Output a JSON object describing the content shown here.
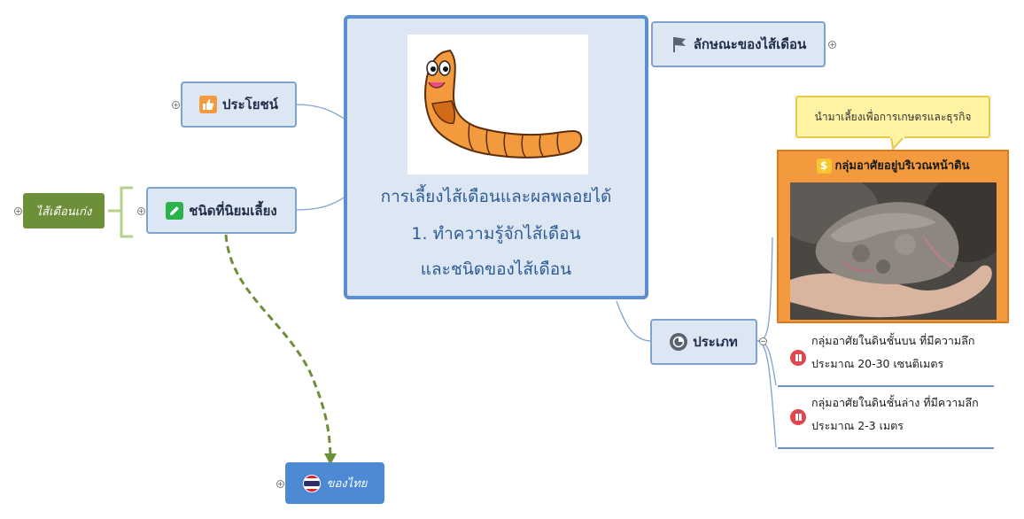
{
  "central": {
    "image": "earthworm-cartoon",
    "line1": "การเลี้ยงไส้เดือนและผลพลอยได้",
    "line2": "1. ทำความรู้จักไส้เดือน",
    "line3": "และชนิดของไส้เดือน"
  },
  "topics": {
    "characteristics": {
      "label": "ลักษณะของไส้เดือน",
      "icon": "flag-icon"
    },
    "benefits": {
      "label": "ประโยชน์",
      "icon": "thumbs-up-icon"
    },
    "popular_types": {
      "label": "ชนิดที่นิยมเลี้ยง",
      "icon": "pencil-icon"
    },
    "types": {
      "label": "ประเภท",
      "icon": "pie-chart-icon"
    }
  },
  "side_nodes": {
    "old_worm": {
      "label": "ไส้เดือนเก่ง"
    },
    "thai": {
      "label": "ของไทย",
      "icon": "thailand-flag-icon"
    }
  },
  "callout": {
    "text": "นำมาเลี้ยงเพื่อการเกษตรและธุรกิจ"
  },
  "surface_group": {
    "label": "กลุ่มอาศัยอยู่บริเวณหน้าดิน",
    "icon": "dollar-icon",
    "image": "hand-holding-compost-photo"
  },
  "subtopics": [
    {
      "line1": "กลุ่มอาศัยในดินชั้นบน ที่มีความลึก",
      "line2": "ประมาณ 20-30 เซนติเมตร",
      "icon": "pause-icon"
    },
    {
      "line1": "กลุ่มอาศัยในดินชั้นล่าง ที่มีความลึก",
      "line2": "ประมาณ 2-3 เมตร",
      "icon": "pause-icon"
    }
  ],
  "colors": {
    "topic_fill": "#dde7f3",
    "topic_border": "#7ea3cf",
    "central_border": "#5b8fd0",
    "old_worm_fill": "#6e8f3a",
    "thai_fill": "#4e8ad4",
    "surface_fill": "#f39a3e",
    "callout_fill": "#fdf3a2",
    "relationship_arrow": "#6e8f3a"
  }
}
